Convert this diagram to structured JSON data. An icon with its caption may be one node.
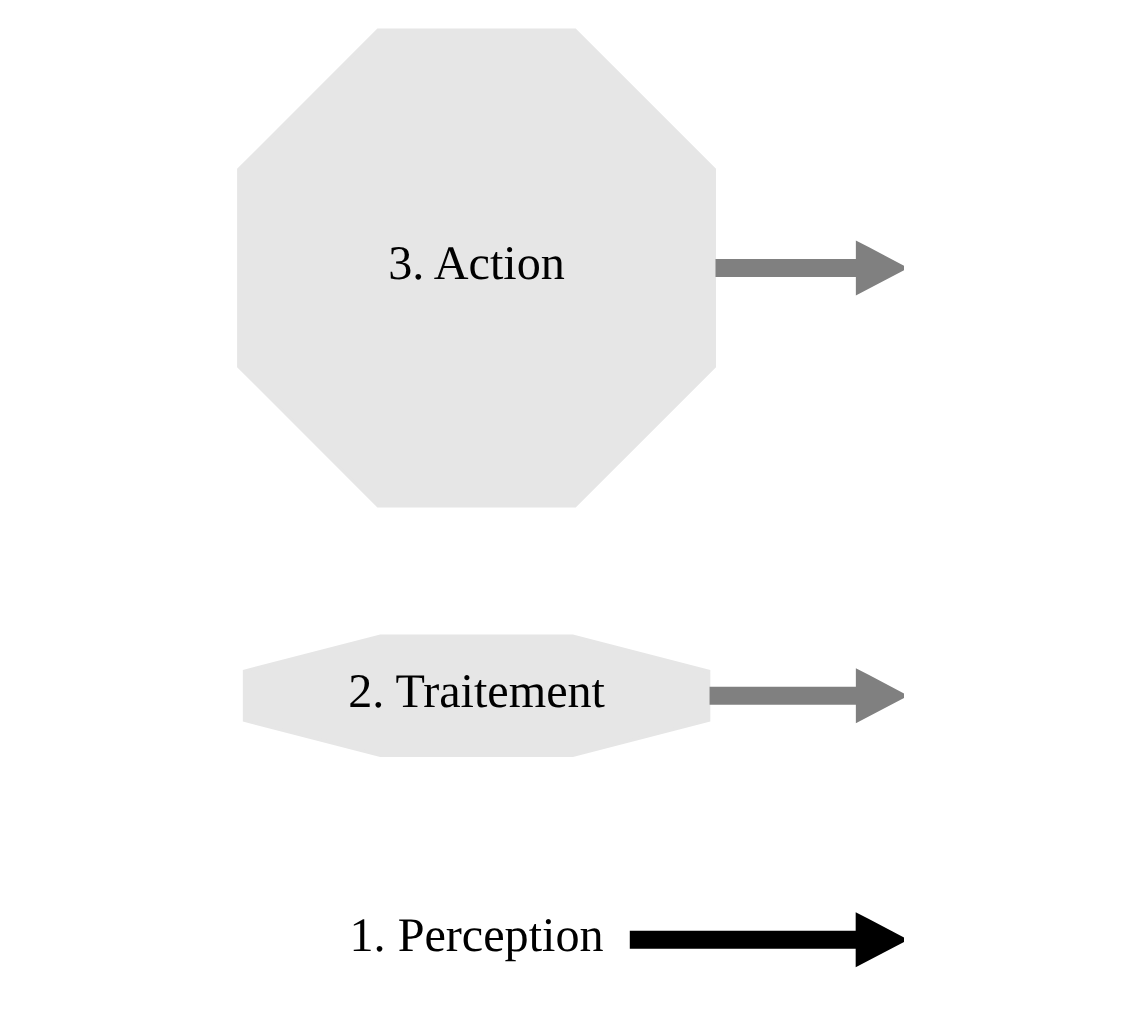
{
  "diagram": {
    "nodes": [
      {
        "text": [
          "1. Perception"
        ]
      },
      {
        "text": [
          "2. Traitement"
        ]
      },
      {
        "text": [
          "3. Action"
        ]
      }
    ],
    "edges": [
      {
        "from": 0,
        "to": null,
        "arrow": "to",
        "color": "#000000"
      },
      {
        "from": 1,
        "to": null,
        "arrow": "to"
      },
      {
        "from": 2,
        "to": null,
        "arrow": "to"
      }
    ]
  }
}
